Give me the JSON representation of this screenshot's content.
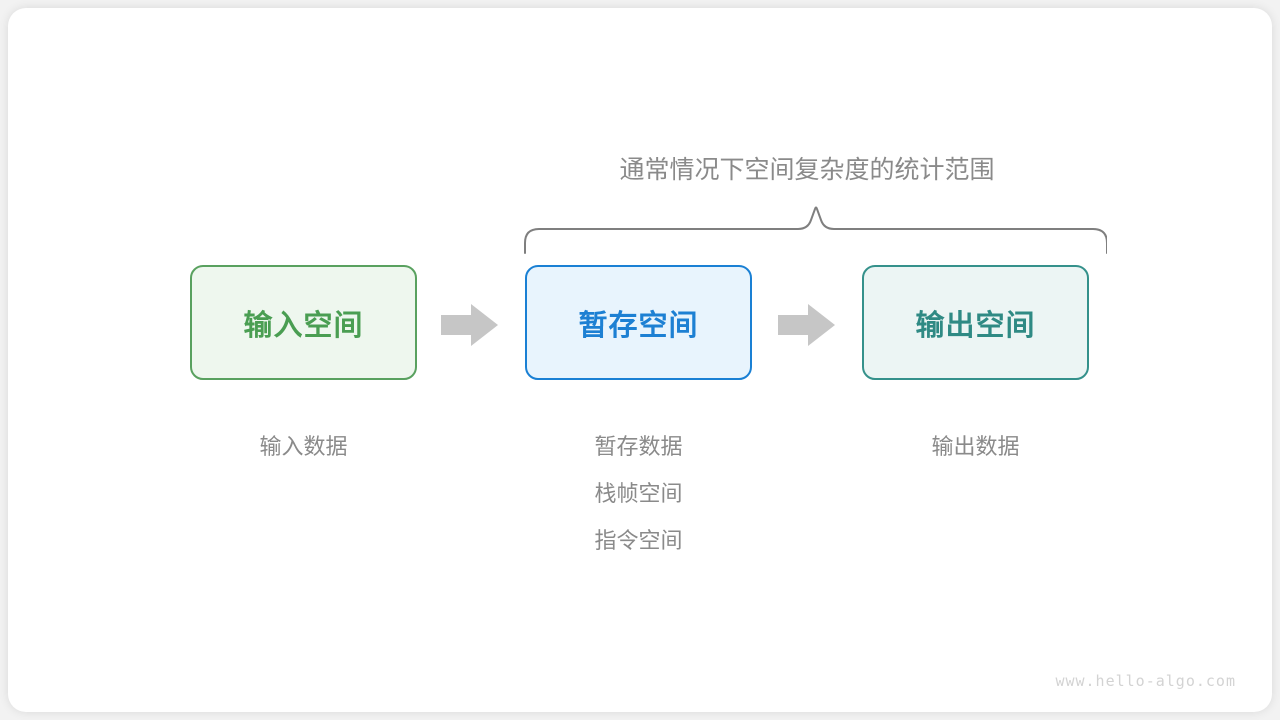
{
  "diagram": {
    "scope_caption": {
      "prefix": "通常情况下",
      "emphasis": "空间复杂度",
      "suffix": "的统计范围"
    },
    "brace": {
      "icon": "curly-brace-up-icon",
      "color": "#7f7f7f",
      "covers": [
        "暂存空间",
        "输出空间"
      ]
    },
    "boxes": [
      {
        "id": "input-space",
        "title": "输入空间",
        "text_color": "#4a9e52",
        "border_color": "#59a15f",
        "fill_color": "#eef7ee"
      },
      {
        "id": "temp-space",
        "title": "暂存空间",
        "text_color": "#1d80d3",
        "border_color": "#1a80d4",
        "fill_color": "#e8f4fd"
      },
      {
        "id": "output-space",
        "title": "输出空间",
        "text_color": "#2f8a84",
        "border_color": "#35918b",
        "fill_color": "#ecf5f4"
      }
    ],
    "arrows": [
      {
        "id": "arrow-input-to-temp",
        "icon": "arrow-right-icon",
        "color": "#c6c6c6"
      },
      {
        "id": "arrow-temp-to-output",
        "icon": "arrow-right-icon",
        "color": "#c6c6c6"
      }
    ],
    "labels": {
      "input": [
        "输入数据"
      ],
      "temp": [
        "暂存数据",
        "栈帧空间",
        "指令空间"
      ],
      "output": [
        "输出数据"
      ],
      "color": "#8a8a8a"
    },
    "watermark": "www.hello-algo.com"
  }
}
